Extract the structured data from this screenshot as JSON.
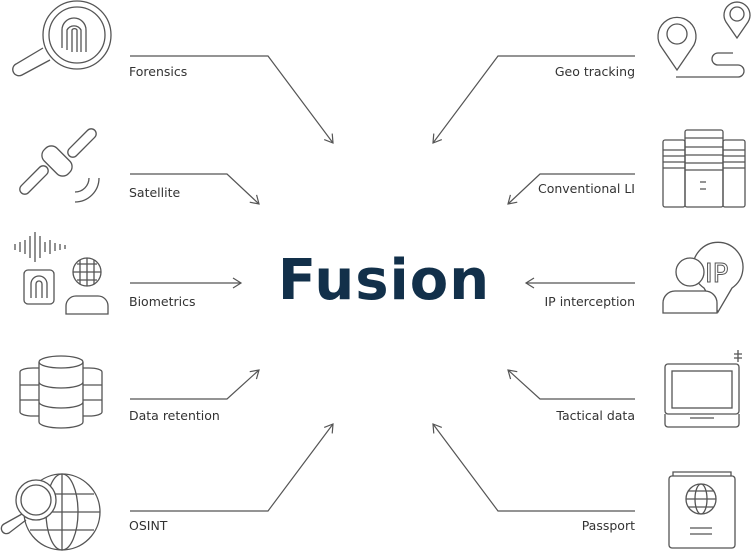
{
  "title": "Fusion",
  "colors": {
    "title": "#12304a",
    "lines": "#555555"
  },
  "left_sources": [
    {
      "label": "Forensics",
      "icon": "fingerprint-magnifier-icon"
    },
    {
      "label": "Satellite",
      "icon": "satellite-icon"
    },
    {
      "label": "Biometrics",
      "icon": "biometrics-icon"
    },
    {
      "label": "Data retention",
      "icon": "database-icon"
    },
    {
      "label": "OSINT",
      "icon": "globe-search-icon"
    }
  ],
  "right_sources": [
    {
      "label": "Geo tracking",
      "icon": "map-pins-icon"
    },
    {
      "label": "Conventional LI",
      "icon": "server-icon"
    },
    {
      "label": "IP interception",
      "icon": "ip-user-icon"
    },
    {
      "label": "Tactical data",
      "icon": "laptop-icon"
    },
    {
      "label": "Passport",
      "icon": "passport-icon"
    }
  ]
}
